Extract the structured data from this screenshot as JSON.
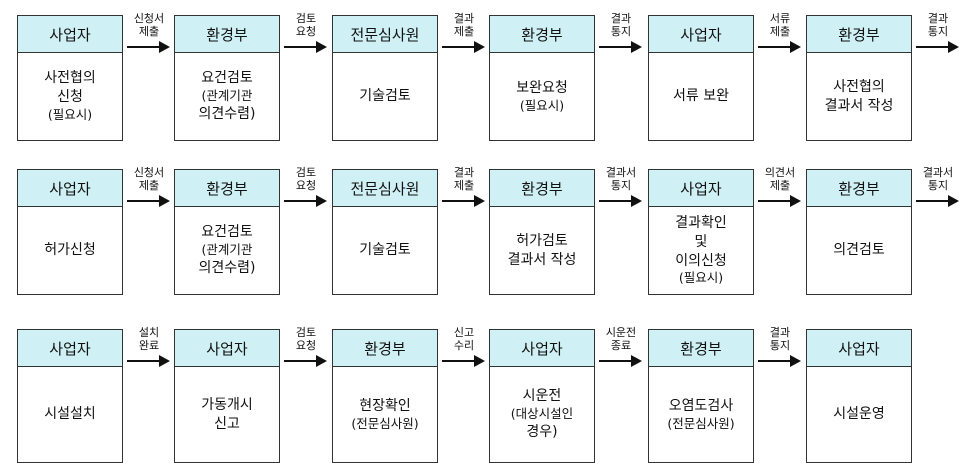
{
  "rows": [
    {
      "nodes": [
        {
          "head": "사업자",
          "body": [
            "사전협의",
            "신청",
            "(필요시)"
          ]
        },
        {
          "head": "환경부",
          "body": [
            "요건검토",
            "(관계기관",
            "의견수렴)"
          ]
        },
        {
          "head": "전문심사원",
          "body": [
            "기술검토"
          ]
        },
        {
          "head": "환경부",
          "body": [
            "보완요청",
            "(필요시)"
          ]
        },
        {
          "head": "사업자",
          "body": [
            "서류 보완"
          ]
        },
        {
          "head": "환경부",
          "body": [
            "사전협의",
            "결과서 작성"
          ]
        }
      ],
      "edges": [
        [
          "신청서",
          "제출"
        ],
        [
          "검토",
          "요청"
        ],
        [
          "결과",
          "제출"
        ],
        [
          "결과",
          "통지"
        ],
        [
          "서류",
          "제출"
        ],
        [
          "결과",
          "통지"
        ]
      ]
    },
    {
      "nodes": [
        {
          "head": "사업자",
          "body": [
            "허가신청"
          ]
        },
        {
          "head": "환경부",
          "body": [
            "요건검토",
            "(관계기관",
            "의견수렴)"
          ]
        },
        {
          "head": "전문심사원",
          "body": [
            "기술검토"
          ]
        },
        {
          "head": "환경부",
          "body": [
            "허가검토",
            "결과서 작성"
          ]
        },
        {
          "head": "사업자",
          "body": [
            "결과확인",
            "및",
            "이의신청",
            "(필요시)"
          ]
        },
        {
          "head": "환경부",
          "body": [
            "의견검토"
          ]
        }
      ],
      "edges": [
        [
          "신청서",
          "제출"
        ],
        [
          "검토",
          "요청"
        ],
        [
          "결과",
          "제출"
        ],
        [
          "결과서",
          "통지"
        ],
        [
          "의견서",
          "제출"
        ],
        [
          "결과서",
          "통지"
        ]
      ]
    },
    {
      "nodes": [
        {
          "head": "사업자",
          "body": [
            "시설설치"
          ]
        },
        {
          "head": "사업자",
          "body": [
            "가동개시",
            "신고"
          ]
        },
        {
          "head": "환경부",
          "body": [
            "현장확인",
            "(전문심사원)"
          ]
        },
        {
          "head": "사업자",
          "body": [
            "시운전",
            "(대상시설인",
            "경우)"
          ]
        },
        {
          "head": "환경부",
          "body": [
            "오염도검사",
            "(전문심사원)"
          ]
        },
        {
          "head": "사업자",
          "body": [
            "시설운영"
          ]
        }
      ],
      "edges": [
        [
          "설치",
          "완료"
        ],
        [
          "검토",
          "요청"
        ],
        [
          "신고",
          "수리"
        ],
        [
          "시운전",
          "종료"
        ],
        [
          "결과",
          "통지"
        ]
      ]
    }
  ]
}
